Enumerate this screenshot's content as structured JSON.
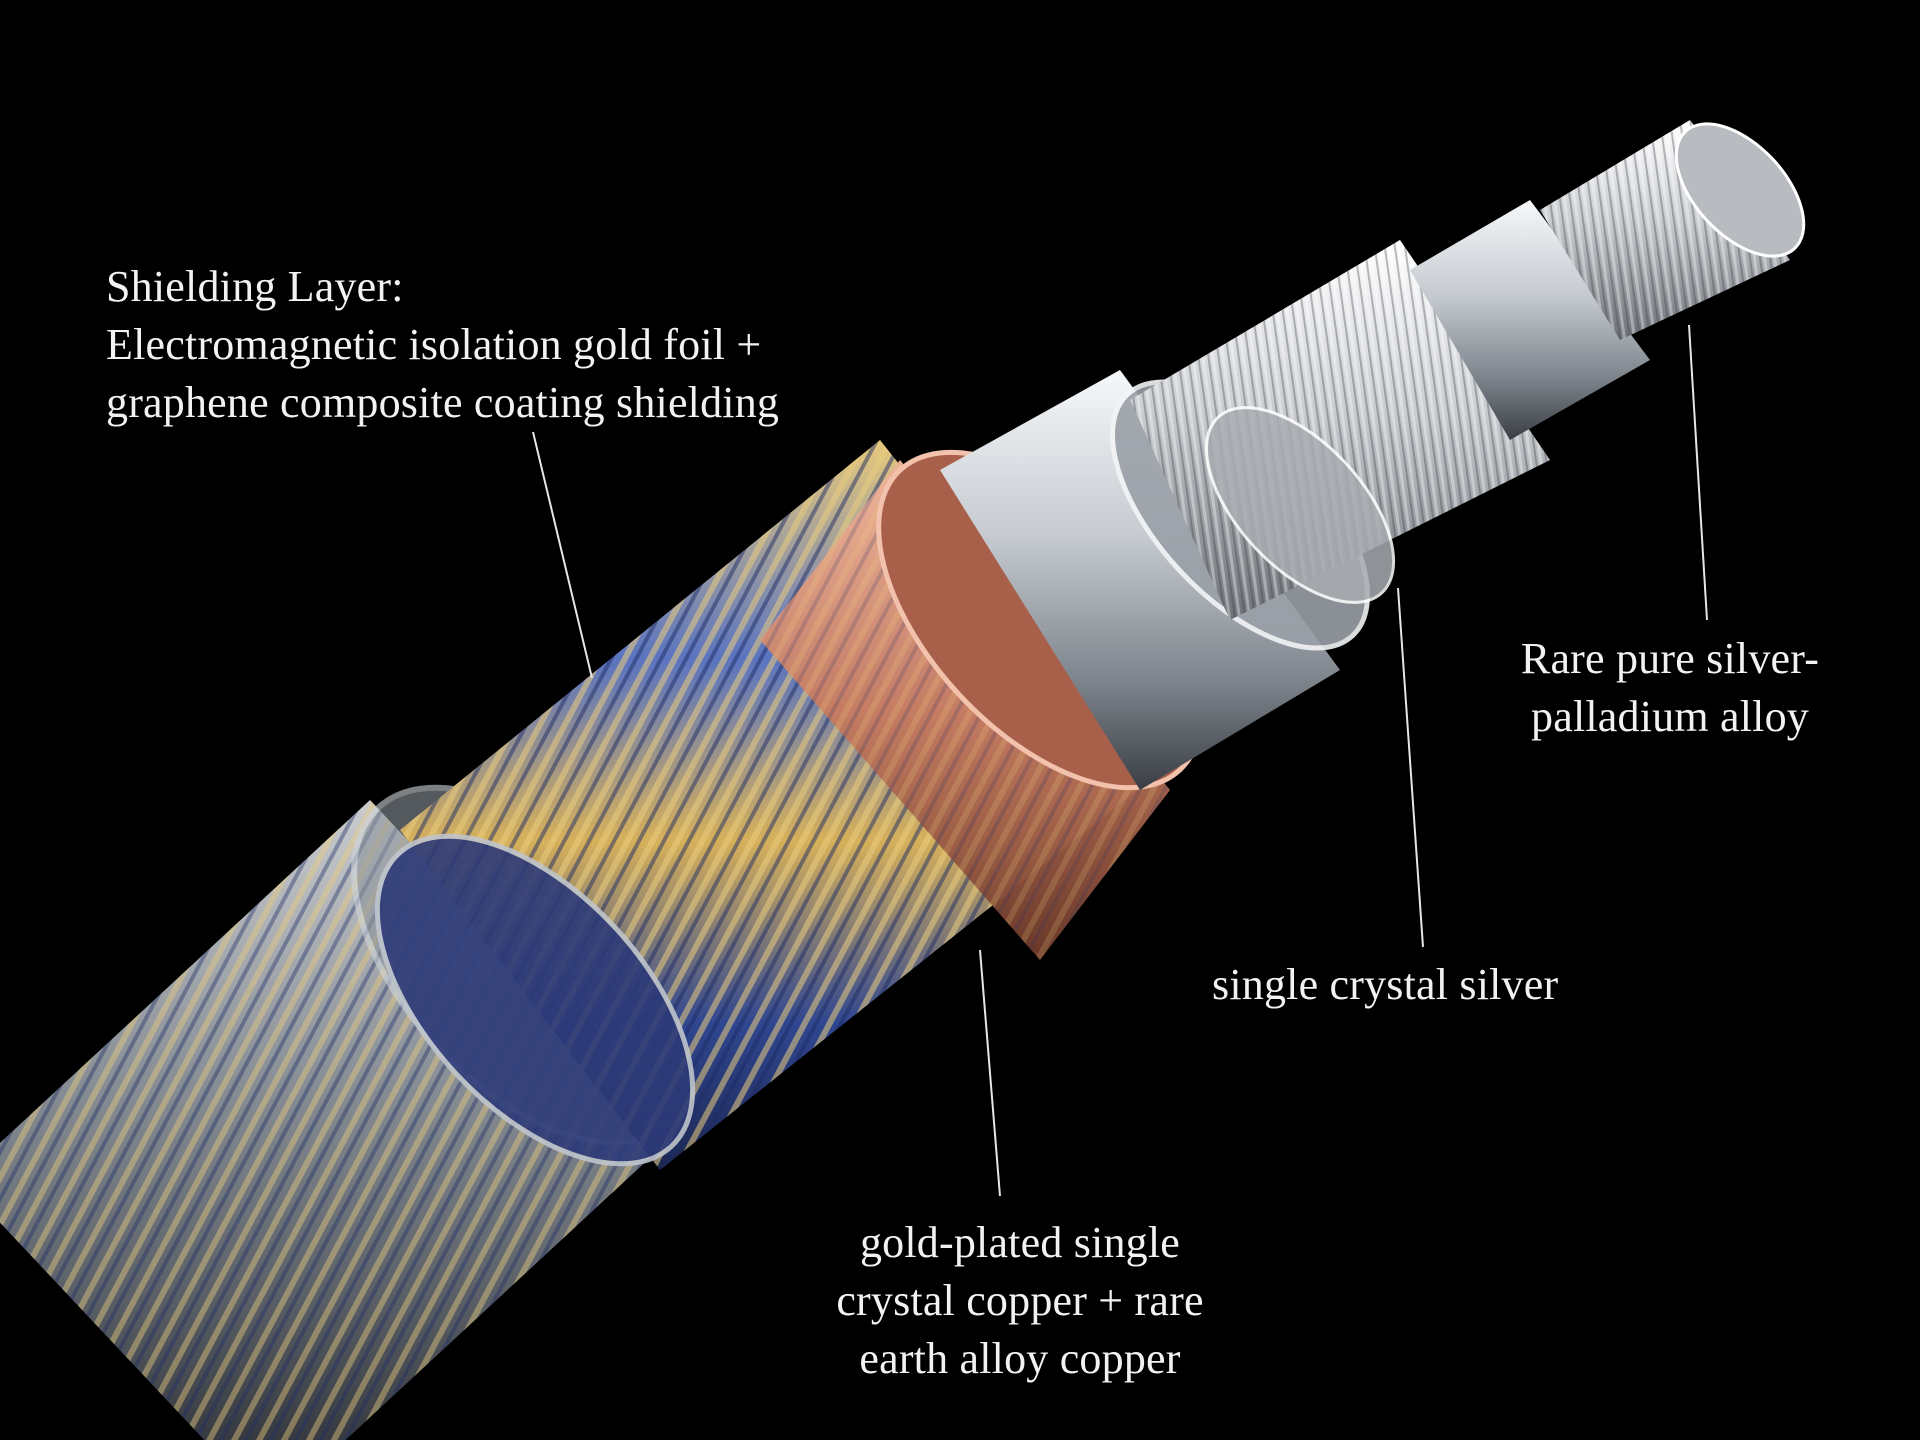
{
  "labels": {
    "shielding": {
      "title": "Shielding Layer:",
      "line1": "Electromagnetic isolation gold foil +",
      "line2": "graphene composite coating shielding"
    },
    "silver_palladium": {
      "line1": "Rare pure silver-",
      "line2": "palladium alloy"
    },
    "crystal_silver": {
      "line1": "single crystal silver"
    },
    "gold_copper": {
      "line1": "gold-plated single",
      "line2": "crystal copper + rare",
      "line3": "earth alloy copper"
    }
  },
  "colors": {
    "background": "#000000",
    "label_text": "#f2f2f2",
    "leader_line": "#e6e6e6",
    "jacket": "#b9bfc6",
    "gold_strand": "#d9b45a",
    "blue_strand": "#3b57a8",
    "copper_strand": "#d08a6e",
    "silver_strand": "#d6d9dc"
  }
}
